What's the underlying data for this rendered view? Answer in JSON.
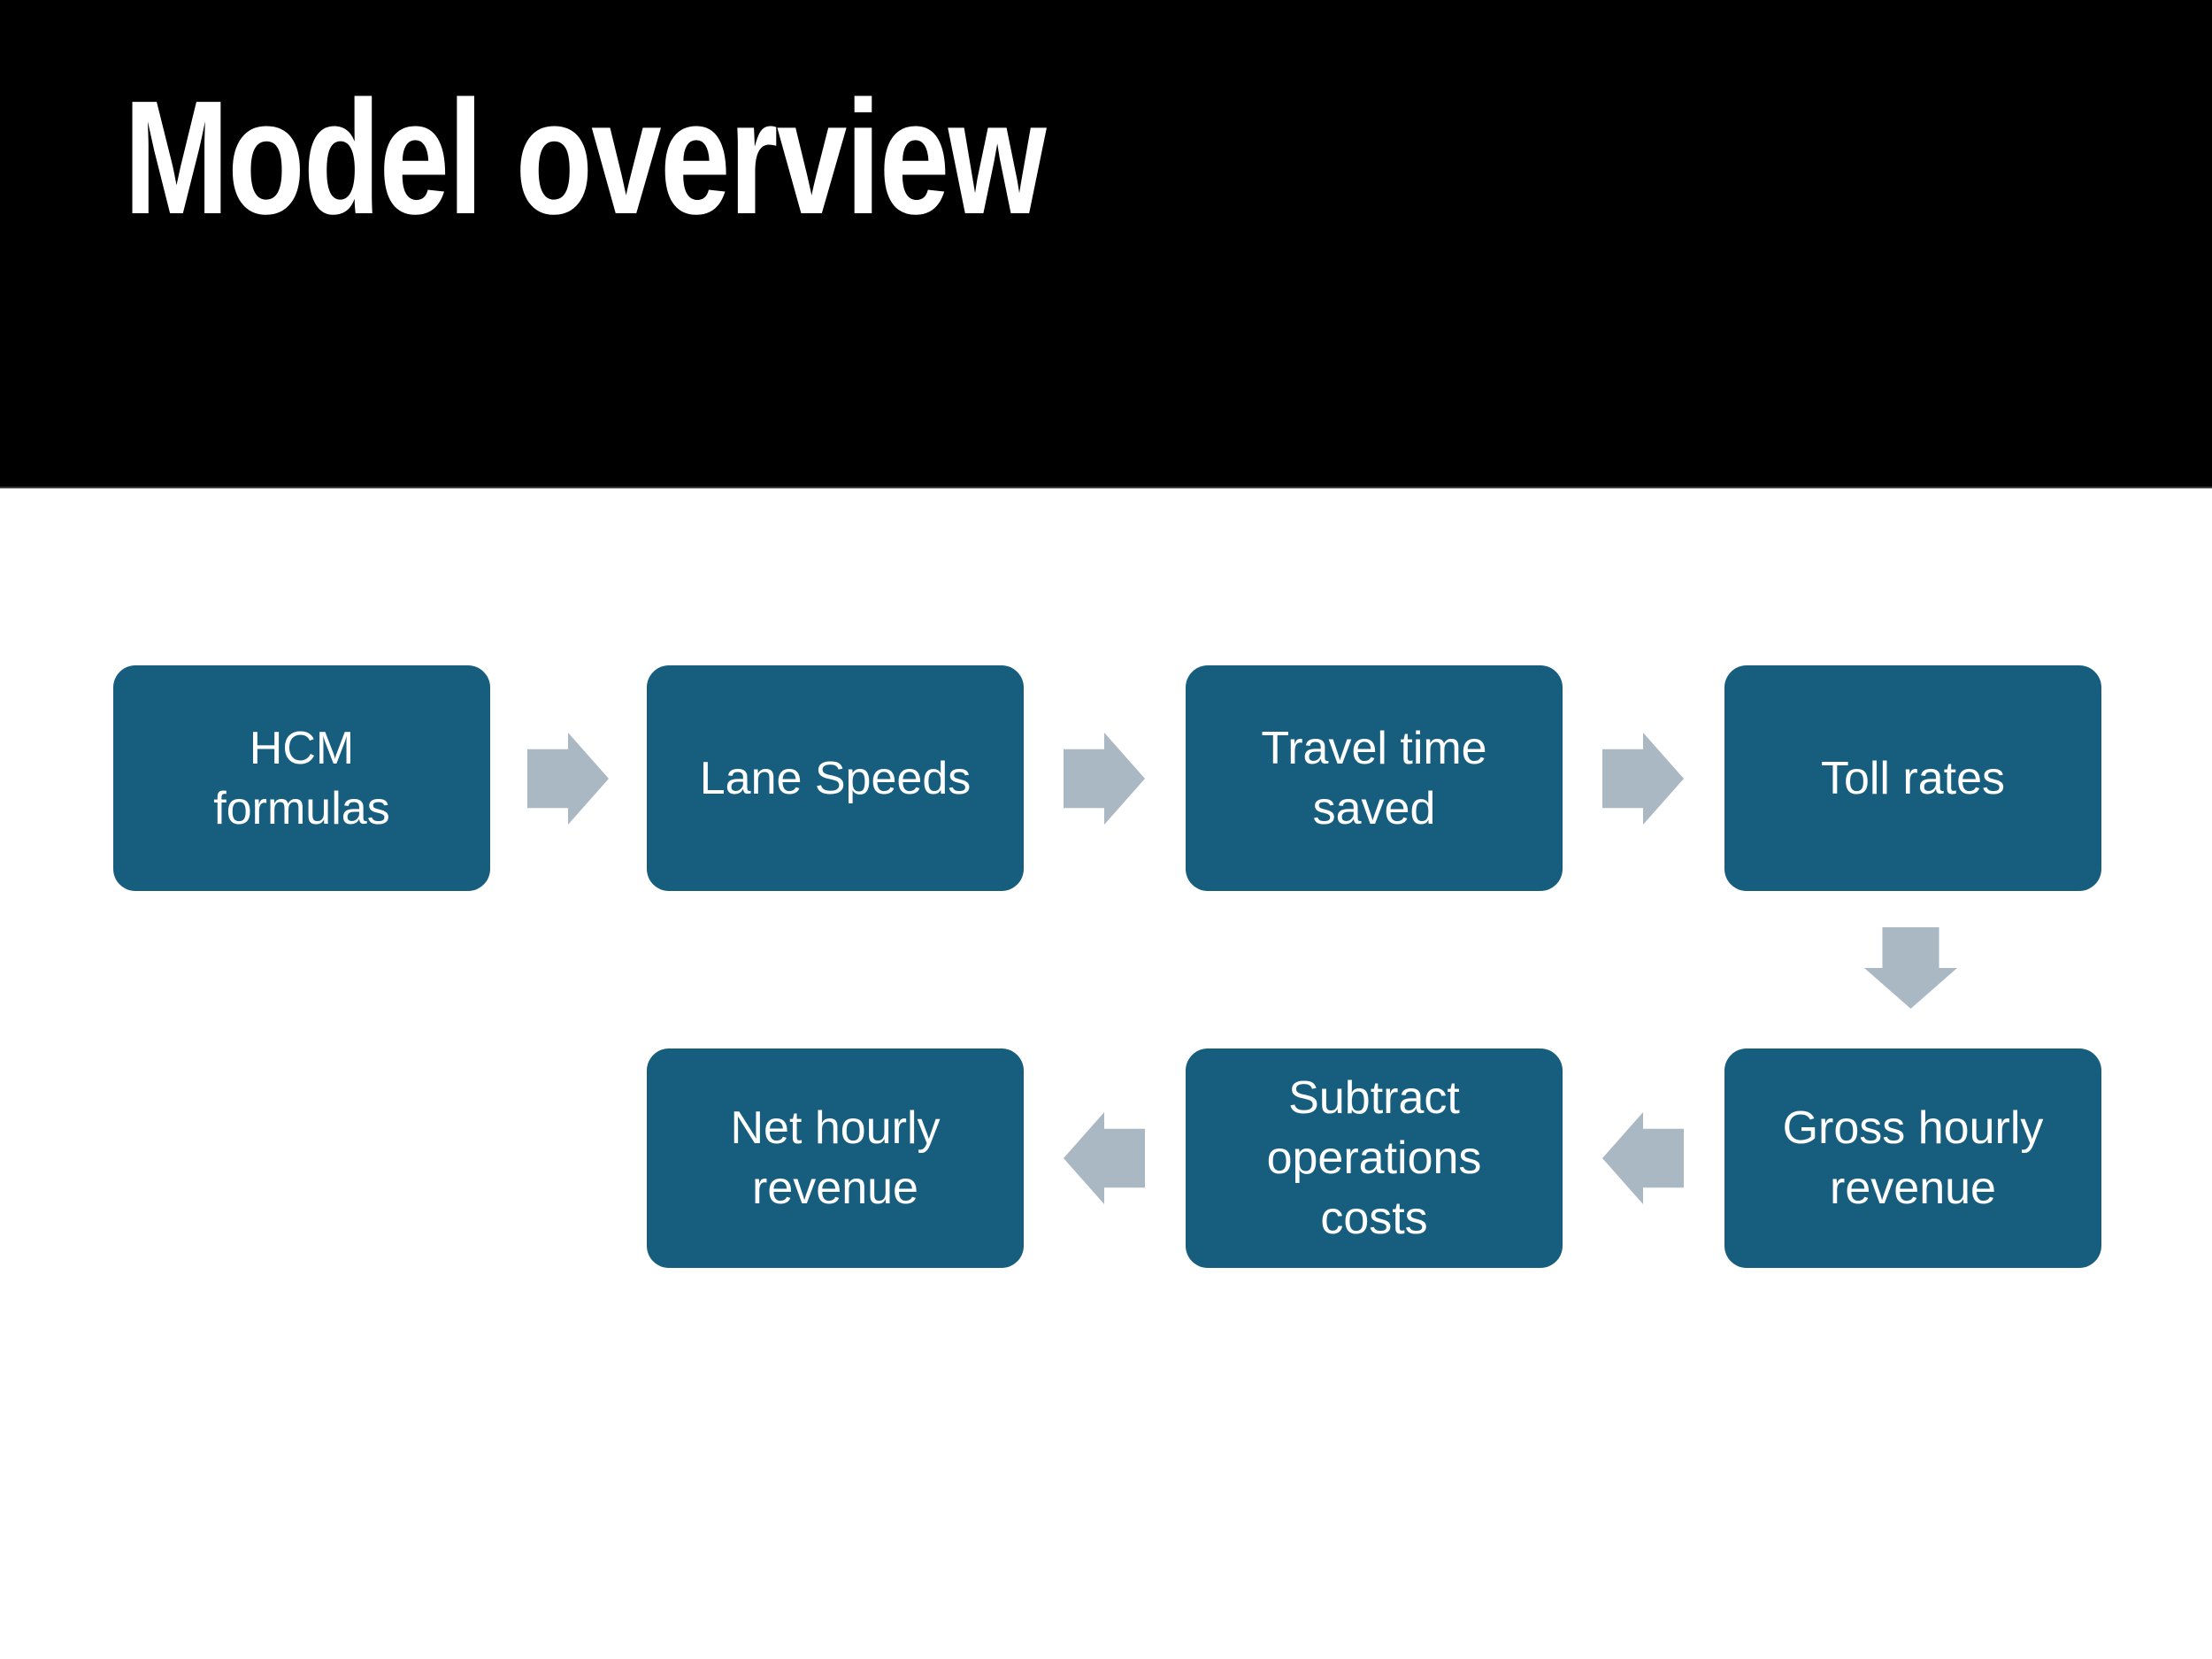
{
  "slide": {
    "title": "Model overview"
  },
  "colors": {
    "header_bg": "#000000",
    "body_bg": "#FFFFFF",
    "node_fill": "#175E7E",
    "node_text": "#FFFFFF",
    "arrow_fill": "#AAB8C4"
  },
  "diagram": {
    "nodes": [
      {
        "id": "hcm-formulas",
        "label": "HCM\nformulas"
      },
      {
        "id": "lane-speeds",
        "label": "Lane Speeds"
      },
      {
        "id": "travel-time-saved",
        "label": "Travel time\nsaved"
      },
      {
        "id": "toll-rates",
        "label": "Toll rates"
      },
      {
        "id": "gross-hourly-revenue",
        "label": "Gross hourly\nrevenue"
      },
      {
        "id": "subtract-operations-costs",
        "label": "Subtract\noperations\ncosts"
      },
      {
        "id": "net-hourly-revenue",
        "label": "Net hourly\nrevenue"
      }
    ],
    "connections": [
      {
        "from": "hcm-formulas",
        "to": "lane-speeds",
        "direction": "right"
      },
      {
        "from": "lane-speeds",
        "to": "travel-time-saved",
        "direction": "right"
      },
      {
        "from": "travel-time-saved",
        "to": "toll-rates",
        "direction": "right"
      },
      {
        "from": "toll-rates",
        "to": "gross-hourly-revenue",
        "direction": "down"
      },
      {
        "from": "gross-hourly-revenue",
        "to": "subtract-operations-costs",
        "direction": "left"
      },
      {
        "from": "subtract-operations-costs",
        "to": "net-hourly-revenue",
        "direction": "left"
      }
    ]
  }
}
